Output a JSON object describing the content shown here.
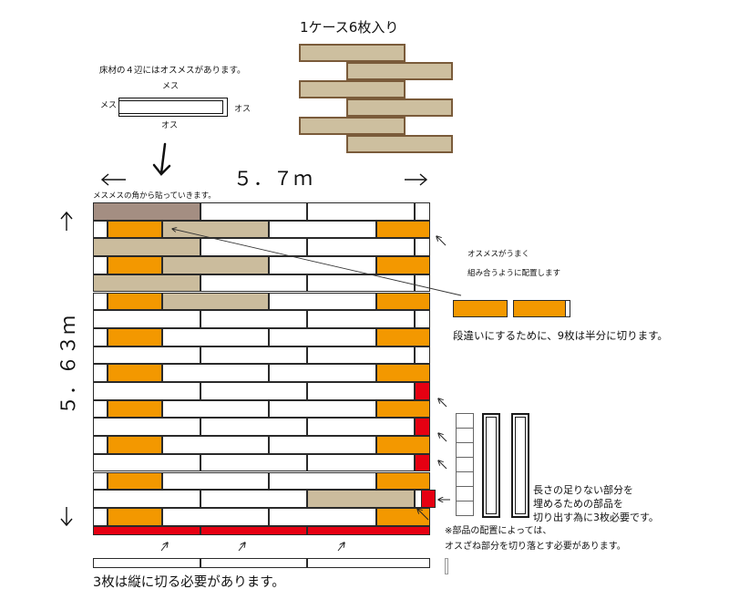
{
  "case": {
    "label": "1ケース6枚入り"
  },
  "board_note": {
    "caption": "床材の４辺にはオスメスがあります。",
    "top": "メス",
    "left": "メス",
    "right": "オス",
    "bottom": "オス"
  },
  "dimensions": {
    "width": "５．７ｍ",
    "height": "５．６３ｍ"
  },
  "start_note": "メスメスの角から貼っていきます。",
  "joint_note": [
    "オスメスがうまく",
    "組み合うように配置します"
  ],
  "half_cut_note": "段違いにするために、9枚は半分に切ります。",
  "parts_note": [
    "長さの足りない部分を",
    "埋めるための部品を",
    "切り出す為に3枚必要です。"
  ],
  "caution_note": [
    "※部品の配置によっては、",
    "オスざね部分を切り落とす必要があります。"
  ],
  "rip_note": "3枚は縦に切る必要があります。",
  "colors": {
    "white": "#ffffff",
    "orange": "#f39800",
    "tan": "#cbbc9d",
    "brown": "#a48e82",
    "red": "#e60012",
    "case_fill": "#cdbf9f",
    "case_border": "#7a5b3a"
  }
}
